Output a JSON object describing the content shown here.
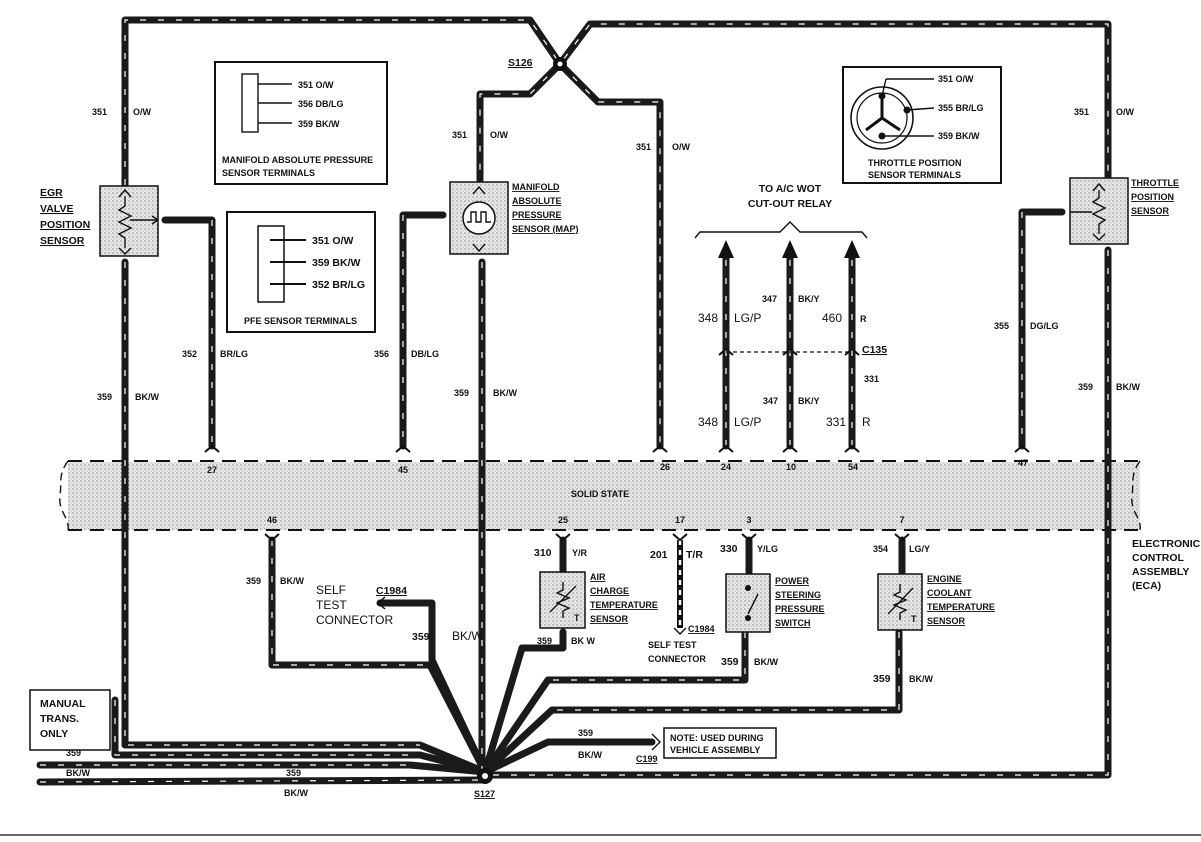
{
  "ecu": {
    "name": "SOLID STATE",
    "label_lines": [
      "ELECTRONIC",
      "CONTROL",
      "ASSEMBLY",
      "(ECA)"
    ],
    "pins_top": [
      "27",
      "45",
      "26",
      "24",
      "10",
      "54",
      "47"
    ],
    "pins_bottom": [
      "46",
      "25",
      "17",
      "3",
      "7"
    ]
  },
  "splices": {
    "top": "S126",
    "bottom": "S127"
  },
  "egr": {
    "lines": [
      "EGR",
      "VALVE",
      "POSITION",
      "SENSOR"
    ]
  },
  "map_sensor": {
    "lines": [
      "MANIFOLD",
      "ABSOLUTE",
      "PRESSURE",
      "SENSOR (MAP)"
    ]
  },
  "tps": {
    "lines": [
      "THROTTLE",
      "POSITION",
      "SENSOR"
    ]
  },
  "map_terminals": {
    "pins": [
      "351 O/W",
      "356 DB/LG",
      "359 BK/W"
    ],
    "caption": [
      "MANIFOLD ABSOLUTE PRESSURE",
      "SENSOR TERMINALS"
    ]
  },
  "pfe_terminals": {
    "pins": [
      "351 O/W",
      "359 BK/W",
      "352 BR/LG"
    ],
    "caption": "PFE SENSOR TERMINALS"
  },
  "tps_terminals": {
    "pins": [
      "351 O/W",
      "355 BR/LG",
      "359 BK/W"
    ],
    "caption": [
      "THROTTLE POSITION",
      "SENSOR TERMINALS"
    ]
  },
  "ac_relay": {
    "lines": [
      "TO A/C WOT",
      "CUT-OUT RELAY"
    ],
    "connector": "C135"
  },
  "act": {
    "lines": [
      "AIR",
      "CHARGE",
      "TEMPERATURE",
      "SENSOR"
    ]
  },
  "ps_switch": {
    "lines": [
      "POWER",
      "STEERING",
      "PRESSURE",
      "SWITCH"
    ]
  },
  "ect": {
    "lines": [
      "ENGINE",
      "COOLANT",
      "TEMPERATURE",
      "SENSOR"
    ]
  },
  "self_test": {
    "lines": [
      "SELF",
      "TEST",
      "CONNECTOR"
    ],
    "connector": "C1984"
  },
  "self_test_2": {
    "line1": "SELF  TEST",
    "line2": "CONNECTOR",
    "connector": "C1984"
  },
  "manual_trans": {
    "lines": [
      "MANUAL",
      "TRANS.",
      "ONLY"
    ]
  },
  "note": {
    "lines": [
      "NOTE: USED DURING",
      "VEHICLE ASSEMBLY"
    ],
    "connector": "C199"
  },
  "labels": {
    "w351": "351",
    "ow": "O/W",
    "w359": "359",
    "bkw": "BK/W",
    "bkw2": "BK W",
    "w352": "352",
    "brlg": "BR/LG",
    "w356": "356",
    "dblg": "DB/LG",
    "w355": "355",
    "dglg": "DG/LG",
    "w348": "348",
    "lgp": "LG/P",
    "w347": "347",
    "bky": "BK/Y",
    "w460": "460",
    "r": "R",
    "w331": "331",
    "w310": "310",
    "yr": "Y/R",
    "w201": "201",
    "tr": "T/R",
    "w330": "330",
    "ylg": "Y/LG",
    "w354": "354",
    "lgy": "LG/Y",
    "t": "T"
  }
}
